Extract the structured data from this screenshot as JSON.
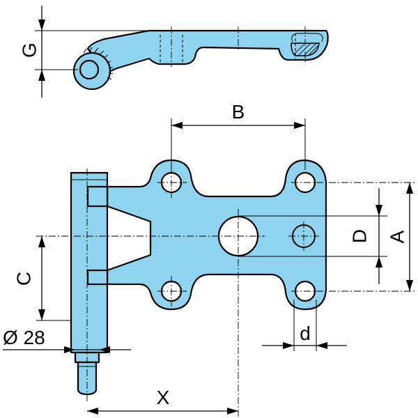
{
  "labels": {
    "g": "G",
    "b": "B",
    "a": "A",
    "c": "C",
    "d_upper": "D",
    "d_lower": "d",
    "x": "X",
    "diameter": "Ø 28"
  },
  "colors": {
    "part_fill": "#8fd3ee",
    "line": "#000000",
    "background": "#ffffff"
  }
}
